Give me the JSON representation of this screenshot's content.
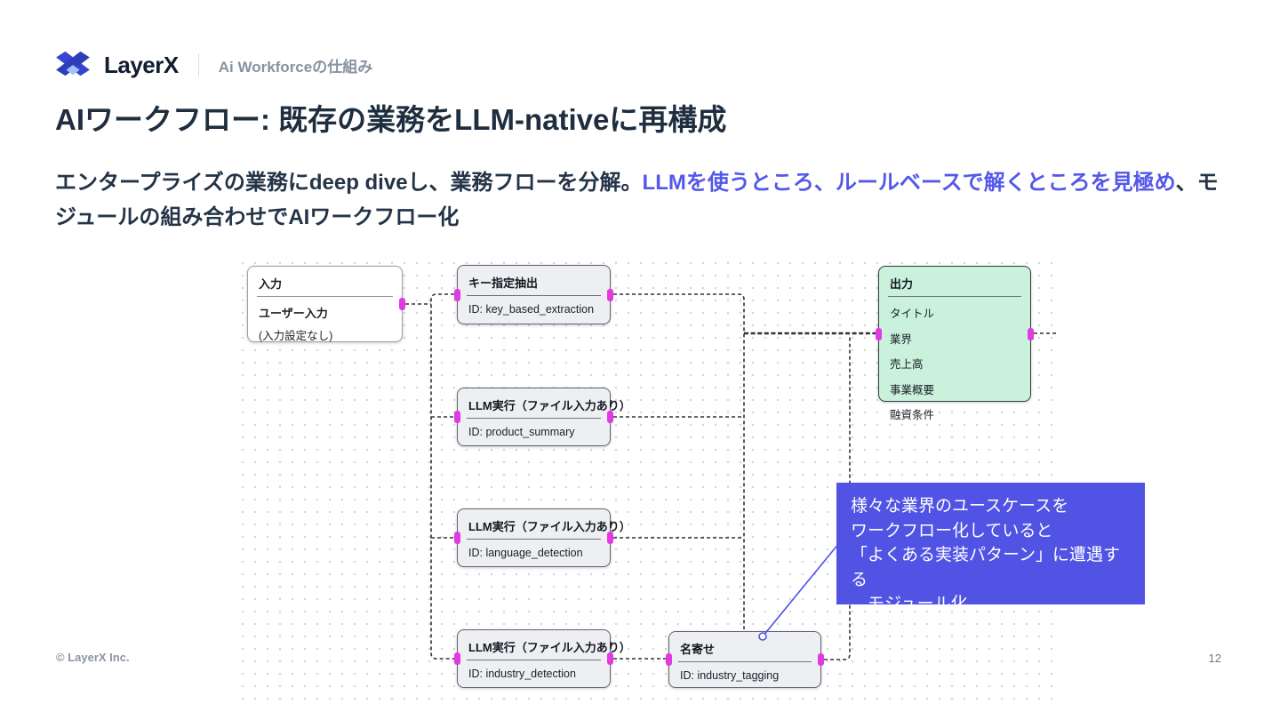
{
  "page": {
    "brand": "LayerX",
    "header_label": "Ai Workforceの仕組み",
    "title": "AIワークフロー: 既存の業務をLLM-nativeに再構成",
    "subtitle_parts": [
      {
        "text": "エンタープライズの業務にdeep diveし、業務フローを分解。",
        "highlight": false
      },
      {
        "text": "LLMを使うところ、ルールベースで解くところを見極め",
        "highlight": true
      },
      {
        "text": "、モジュールの組み合わせでAIワークフロー化",
        "highlight": false
      }
    ],
    "footer": {
      "copyright": "© LayerX Inc.",
      "page_number": "12"
    }
  },
  "colors": {
    "accent_blue": "#5458e9",
    "callout_bg": "#5053e4",
    "output_green": "#c9f1dc",
    "handle_magenta": "#e23ae2",
    "title_navy": "#1e2e3e"
  },
  "diagram": {
    "nodes": [
      {
        "id": "input",
        "title": "入力",
        "lines": [
          "ユーザー入力",
          "(入力設定なし)"
        ],
        "variant": "white"
      },
      {
        "id": "key_based_extraction",
        "title": "キー指定抽出",
        "lines": [
          "ID: key_based_extraction"
        ],
        "variant": "gray"
      },
      {
        "id": "product_summary",
        "title": "LLM実行（ファイル入力あり）",
        "lines": [
          "ID: product_summary"
        ],
        "variant": "gray"
      },
      {
        "id": "language_detection",
        "title": "LLM実行（ファイル入力あり）",
        "lines": [
          "ID: language_detection"
        ],
        "variant": "gray"
      },
      {
        "id": "industry_detection",
        "title": "LLM実行（ファイル入力あり）",
        "lines": [
          "ID: industry_detection"
        ],
        "variant": "gray"
      },
      {
        "id": "industry_tagging",
        "title": "名寄せ",
        "lines": [
          "ID: industry_tagging"
        ],
        "variant": "gray"
      },
      {
        "id": "output",
        "title": "出力",
        "lines": [
          "タイトル",
          "業界",
          "売上高",
          "事業概要",
          "融資条件"
        ],
        "variant": "green"
      }
    ],
    "callout": {
      "lines": [
        "様々な業界のユースケースを",
        "ワークフロー化していると",
        "「よくある実装パターン」に遭遇する",
        "→モジュール化"
      ]
    }
  }
}
